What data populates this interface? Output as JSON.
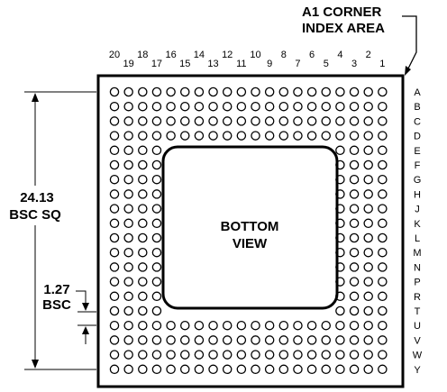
{
  "index_callout": {
    "line1": "A1 CORNER",
    "line2": "INDEX AREA"
  },
  "center_label": {
    "line1": "BOTTOM",
    "line2": "VIEW"
  },
  "dimension_body": {
    "value": "24.13",
    "qualifier": "BSC SQ"
  },
  "dimension_pitch": {
    "value": "1.27",
    "qualifier": "BSC"
  },
  "columns": [
    "20",
    "19",
    "18",
    "17",
    "16",
    "15",
    "14",
    "13",
    "12",
    "11",
    "10",
    "9",
    "8",
    "7",
    "6",
    "5",
    "4",
    "3",
    "2",
    "1"
  ],
  "rows": [
    "A",
    "B",
    "C",
    "D",
    "E",
    "F",
    "G",
    "H",
    "J",
    "K",
    "L",
    "M",
    "N",
    "P",
    "R",
    "T",
    "U",
    "V",
    "W",
    "Y"
  ],
  "perimeter_rings": 4,
  "ball_grid": {
    "columns_count": 20,
    "rows_count": 20
  }
}
